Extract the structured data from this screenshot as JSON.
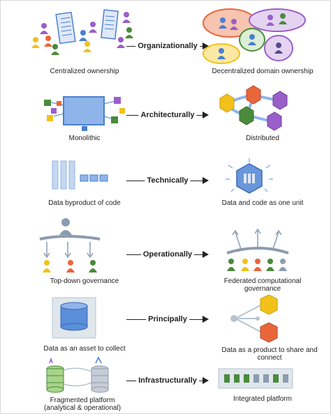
{
  "rows": [
    {
      "label": "Organizationally",
      "left": "Centralized ownership",
      "right": "Decentralized domain ownership"
    },
    {
      "label": "Architecturally",
      "left": "Monolithic",
      "right": "Distributed"
    },
    {
      "label": "Technically",
      "left": "Data byproduct of code",
      "right": "Data and code as one unit"
    },
    {
      "label": "Operationally",
      "left": "Top-down governance",
      "right": "Federated computational governance"
    },
    {
      "label": "Principally",
      "left": "Data as an asset to collect",
      "right": "Data as a product to share and connect"
    },
    {
      "label": "Infrastructurally",
      "left": "Fragmented platform (analytical & operational)",
      "right": "Integrated platform"
    }
  ],
  "colors": {
    "blue": "#4a7fd0",
    "yellow": "#f2c21a",
    "orange": "#e8663a",
    "green": "#4a8a3c",
    "purple": "#9a5fc8",
    "gray": "#8c9bb0",
    "arrow": "#222222"
  }
}
